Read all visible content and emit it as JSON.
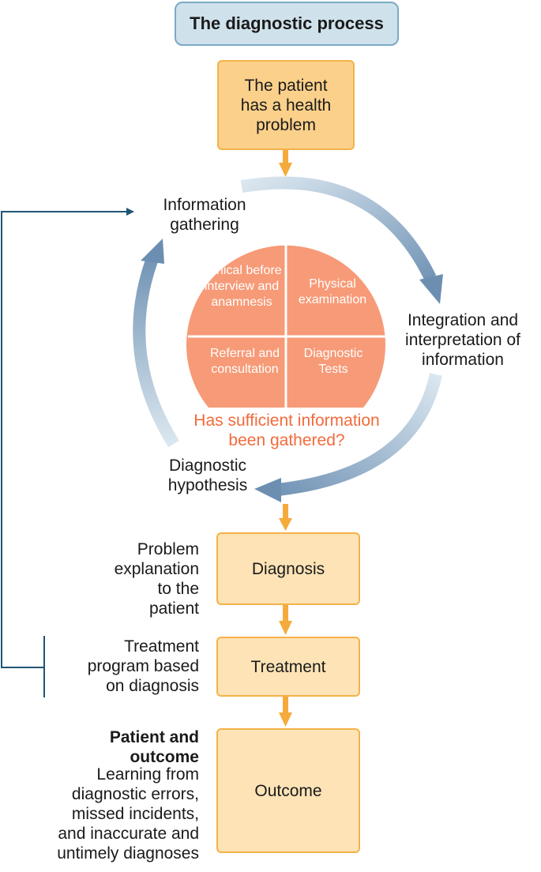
{
  "title": "The diagnostic process",
  "steps": {
    "problem": "The patient has a health problem",
    "diagnosis": "Diagnosis",
    "treatment": "Treatment",
    "outcome": "Outcome"
  },
  "cycle": {
    "gathering": "Information gathering",
    "integration": "Integration and interpretation of information",
    "hypothesis": "Diagnostic hypothesis"
  },
  "quadrants": {
    "interview": "Clinical before interview and anamnesis",
    "physical": "Physical examination",
    "referral": "Referral and consultation",
    "tests": "Diagnostic Tests"
  },
  "question": "Has sufficient information been gathered?",
  "side_notes": {
    "explanation": "Problem explanation to the patient",
    "program": "Treatment program based on diagnosis",
    "outcome_title": "Patient and outcome",
    "learning": "Learning from diagnostic errors, missed incidents, and inaccurate and untimely diagnoses"
  },
  "colors": {
    "orange_box": "#fbd08a",
    "light_box": "#fde3b6",
    "box_border": "#f4b24a",
    "salmon": "#f79a77",
    "question_text": "#f26b3c",
    "cycle_arrow": "#7fa3c1",
    "feedback_line": "#1f5575"
  }
}
